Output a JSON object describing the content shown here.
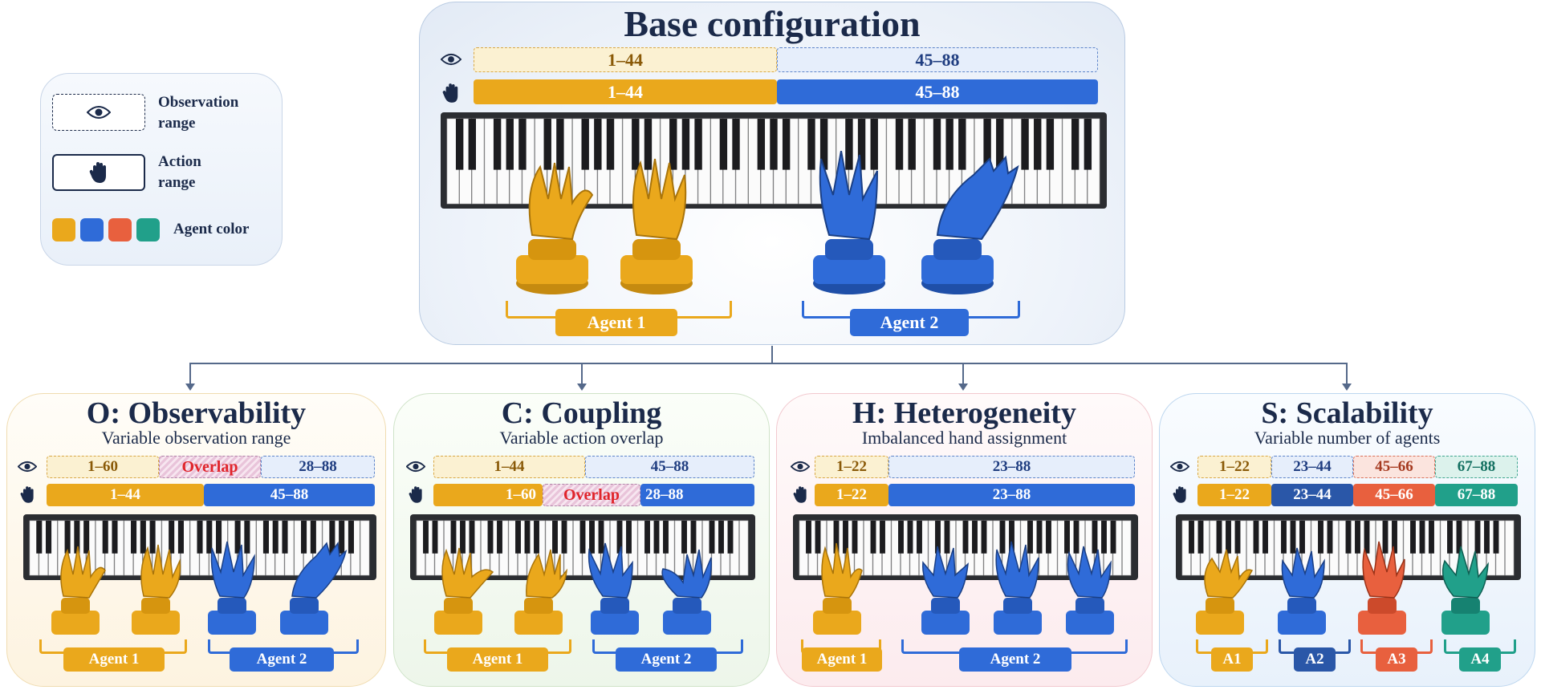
{
  "colors": {
    "yellow": "#eaa81c",
    "blue": "#2f6bd8",
    "red": "#e8603e",
    "teal": "#21a08a",
    "obs_yellow_bg": "#fbf1d2",
    "obs_blue_bg": "#e6eefb",
    "obs_red_bg": "#fbe4de",
    "obs_teal_bg": "#dcf2ec",
    "text_dark": "#1b2a4a"
  },
  "legend": {
    "observation_label_1": "Observation",
    "observation_label_2": "range",
    "action_label_1": "Action",
    "action_label_2": "range",
    "agent_color_label": "Agent color"
  },
  "base": {
    "title": "Base configuration",
    "obs": [
      "1–44",
      "45–88"
    ],
    "act": [
      "1–44",
      "45–88"
    ],
    "agents": [
      "Agent 1",
      "Agent 2"
    ]
  },
  "panel_o": {
    "title": "O: Observability",
    "subtitle": "Variable observation range",
    "obs": [
      "1–60",
      "Overlap",
      "28–88"
    ],
    "act": [
      "1–44",
      "45–88"
    ],
    "agents": [
      "Agent 1",
      "Agent 2"
    ]
  },
  "panel_c": {
    "title": "C: Coupling",
    "subtitle": "Variable action overlap",
    "obs": [
      "1–44",
      "45–88"
    ],
    "act": [
      "1–60",
      "Overlap",
      "28–88"
    ],
    "agents": [
      "Agent 1",
      "Agent 2"
    ]
  },
  "panel_h": {
    "title": "H: Heterogeneity",
    "subtitle": "Imbalanced hand assignment",
    "obs": [
      "1–22",
      "23–88"
    ],
    "act": [
      "1–22",
      "23–88"
    ],
    "agents": [
      "Agent 1",
      "Agent 2"
    ]
  },
  "panel_s": {
    "title": "S: Scalability",
    "subtitle": "Variable number of agents",
    "obs": [
      "1–22",
      "23–44",
      "45–66",
      "67–88"
    ],
    "act": [
      "1–22",
      "23–44",
      "45–66",
      "67–88"
    ],
    "agents": [
      "A1",
      "A2",
      "A3",
      "A4"
    ]
  },
  "icons": {
    "observation": "eye-icon",
    "action": "hand-icon"
  }
}
